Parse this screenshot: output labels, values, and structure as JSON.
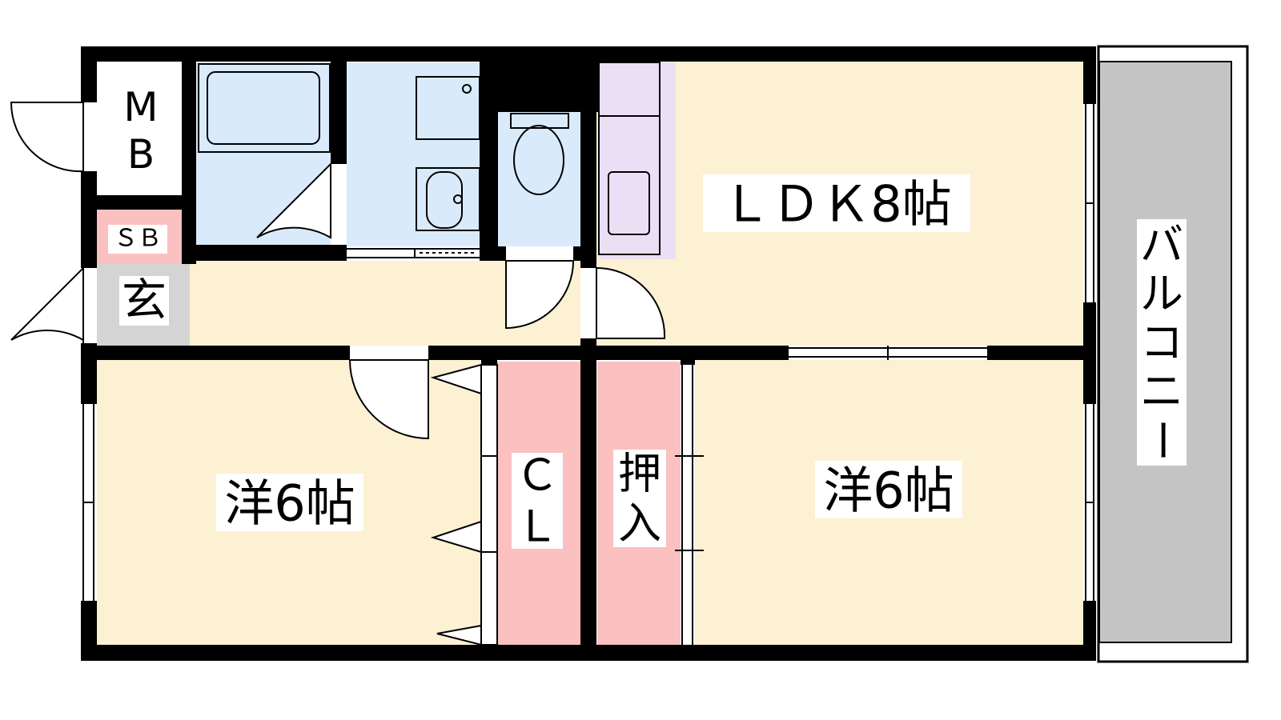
{
  "rooms": {
    "mb_line1": "M",
    "mb_line2": "B",
    "sb": "ＳＢ",
    "entrance": "玄",
    "ldk": "ＬＤＫ8帖",
    "west_room": "洋6帖",
    "closet_line1": "Ｃ",
    "closet_line2": "Ｌ",
    "oshiire_line1": "押",
    "oshiire_line2": "入",
    "east_room": "洋6帖",
    "balcony": [
      "バ",
      "ル",
      "コ",
      "ニ",
      "ー"
    ]
  },
  "colors": {
    "room_floor": "#fdf1d3",
    "wet_area": "#d9eafb",
    "kitchen": "#eadff5",
    "storage_pink": "#fbc0c0",
    "entrance_gray": "#d4d4d4",
    "balcony_gray": "#c4c4c4",
    "wall": "#000000"
  }
}
